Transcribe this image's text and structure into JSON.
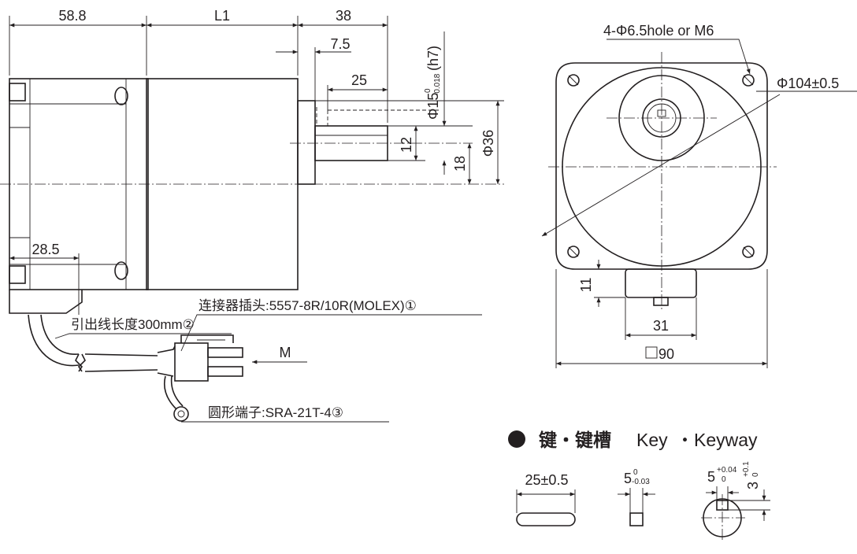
{
  "side_view": {
    "dim_58_8": "58.8",
    "dim_l1": "L1",
    "dim_38": "38",
    "dim_7_5": "7.5",
    "dim_25": "25",
    "dim_phi15": "Φ15",
    "dim_phi15_tol_upper": "0",
    "dim_phi15_tol_lower": "-0.018",
    "dim_phi15_fit": "(h7)",
    "dim_12": "12",
    "dim_18": "18",
    "dim_phi36": "Φ36",
    "dim_28_5": "28.5",
    "connector_label": "连接器插头:5557-8R/10R(MOLEX)①",
    "lead_length_label": "引出线长度300mm②",
    "terminal_label": "圆形端子:SRA-21T-4③",
    "view_m": "M"
  },
  "front_view": {
    "hole_label": "4-Φ6.5hole or M6",
    "pcd_label": "Φ104±0.5",
    "dim_11": "11",
    "dim_31": "31",
    "dim_90": "90"
  },
  "key_section": {
    "title_cn": "键・键槽",
    "title_en_key": "Key",
    "title_en_keyway": "・Keyway",
    "key_length": "25±0.5",
    "key_width": "5",
    "key_width_tol_upper": "0",
    "key_width_tol_lower": "-0.03",
    "keyway_width": "5",
    "keyway_width_tol_upper": "+0.04",
    "keyway_width_tol_lower": "0",
    "keyway_depth": "3",
    "keyway_depth_tol_upper": "+0.1",
    "keyway_depth_tol_lower": "0"
  }
}
